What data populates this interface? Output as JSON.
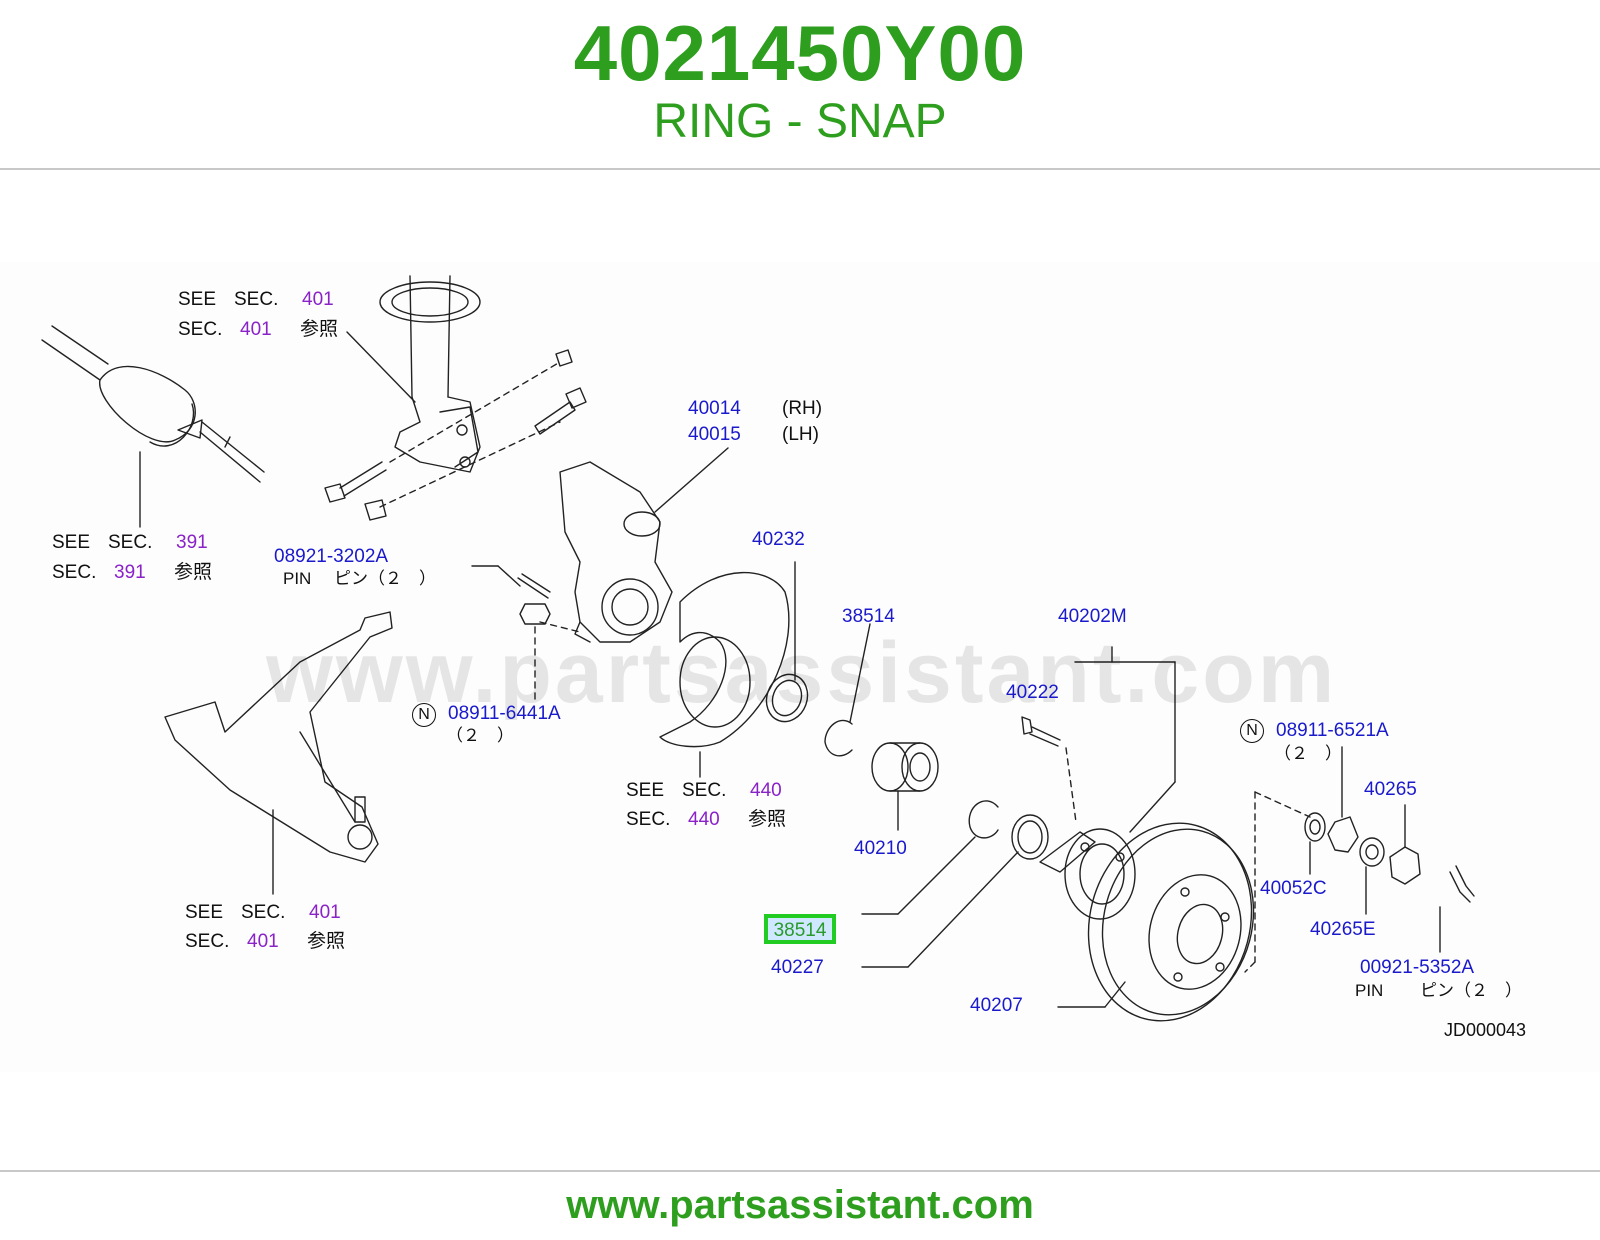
{
  "header": {
    "part_number": "4021450Y00",
    "part_name": "RING - SNAP"
  },
  "footer": {
    "url": "www.partsassistant.com"
  },
  "diagram": {
    "watermark": "www.partsassistant.com",
    "code": "JD000043",
    "see_sec_401_top": {
      "see": "SEE",
      "sec": "SEC.",
      "num": "401",
      "sanshou": "参照"
    },
    "see_sec_391": {
      "see": "SEE",
      "sec": "SEC.",
      "num": "391",
      "sanshou": "参照"
    },
    "see_sec_401_bottom": {
      "see": "SEE",
      "sec": "SEC.",
      "num": "401",
      "sanshou": "参照"
    },
    "see_sec_440": {
      "see": "SEE",
      "sec": "SEC.",
      "num": "440",
      "sanshou": "参照"
    },
    "knuckle": {
      "rh_num": "40014",
      "rh": "(RH)",
      "lh_num": "40015",
      "lh": "(LH)"
    },
    "pin_3202": {
      "num": "08921-3202A",
      "pin": "PIN",
      "jp": "ピン（２　）"
    },
    "nut_6441": {
      "n": "N",
      "num": "08911-6441A",
      "qty": "（２　）"
    },
    "nut_6521": {
      "n": "N",
      "num": "08911-6521A",
      "qty": "（２　）"
    },
    "pin_5352": {
      "num": "00921-5352A",
      "pin": "PIN",
      "jp": "ピン（２　）"
    },
    "parts": {
      "p40232": "40232",
      "p38514_top": "38514",
      "p40202M": "40202M",
      "p40222": "40222",
      "p40210": "40210",
      "p38514_highlight": "38514",
      "p40227": "40227",
      "p40207": "40207",
      "p40265": "40265",
      "p40052C": "40052C",
      "p40265E": "40265E"
    }
  },
  "colors": {
    "brand_green": "#2e9e1e",
    "part_blue": "#1a1acc",
    "section_purple": "#8a22c8",
    "highlight_green": "#22cc22"
  }
}
